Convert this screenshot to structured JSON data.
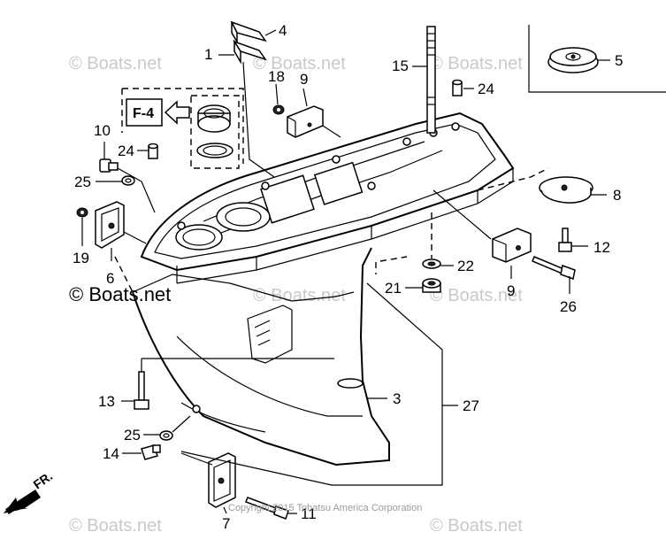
{
  "watermarks": {
    "top_left": "© Boats.net",
    "top_mid": "© Boats.net",
    "top_right": "© Boats.net",
    "mid_left": "© Boats.net",
    "mid_right": "© Boats.net",
    "lower_mid": "© Boats.net",
    "bottom_left": "© Boats.net",
    "bottom_right": "© Boats.net"
  },
  "copyright": "Copyright 2015 Tohatsu America Corporation",
  "reference_label": "F-4",
  "front_indicator": "FR.",
  "callouts": {
    "c1": "1",
    "c3": "3",
    "c4": "4",
    "c5": "5",
    "c6": "6",
    "c7": "7",
    "c8": "8",
    "c9a": "9",
    "c9b": "9",
    "c10": "10",
    "c11": "11",
    "c12": "12",
    "c13": "13",
    "c14": "14",
    "c15": "15",
    "c18": "18",
    "c19": "19",
    "c21": "21",
    "c22": "22",
    "c24a": "24",
    "c24b": "24",
    "c25a": "25",
    "c25b": "25",
    "c26": "26",
    "c27": "27"
  }
}
